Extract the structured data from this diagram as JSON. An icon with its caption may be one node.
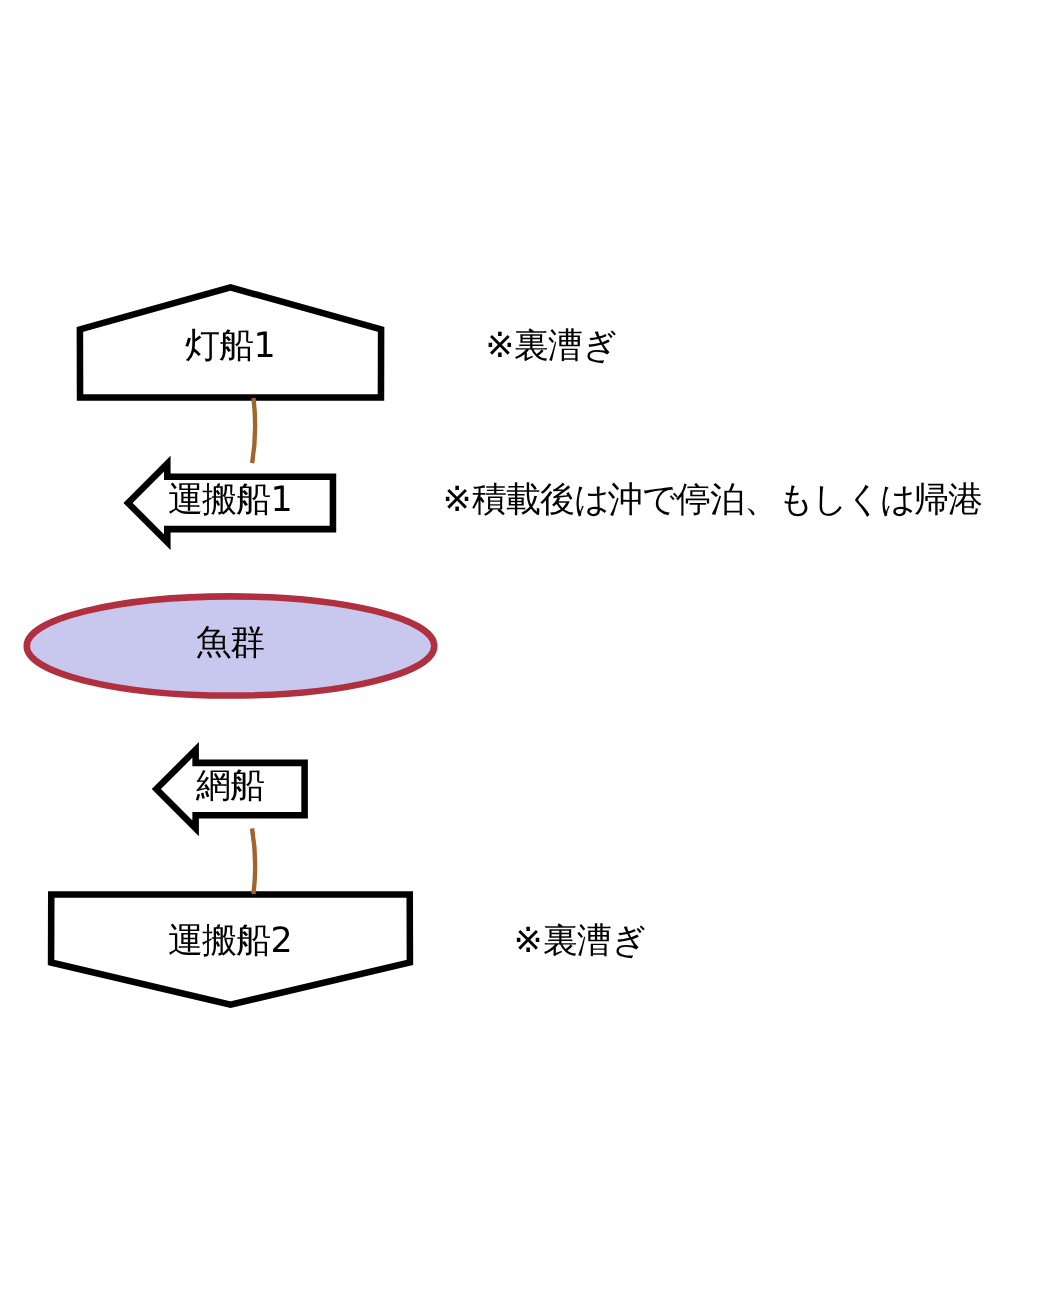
{
  "diagram": {
    "nodes": [
      {
        "text": [
          "灯船1"
        ],
        "beside": [
          "※裏漕ぎ"
        ]
      },
      {
        "text": [
          "運搬船1"
        ],
        "beside": [
          "※積載後は沖で停泊、もしくは帰港"
        ]
      },
      {
        "text": [
          "魚群"
        ]
      },
      {
        "text": [
          "網船"
        ]
      },
      {
        "text": [
          "運搬船2"
        ],
        "beside": [
          "※裏漕ぎ"
        ]
      }
    ],
    "edges": [
      {
        "from": 0,
        "to": 1,
        "arrow": "none"
      },
      {
        "from": 3,
        "to": 4,
        "arrow": "none"
      }
    ]
  }
}
